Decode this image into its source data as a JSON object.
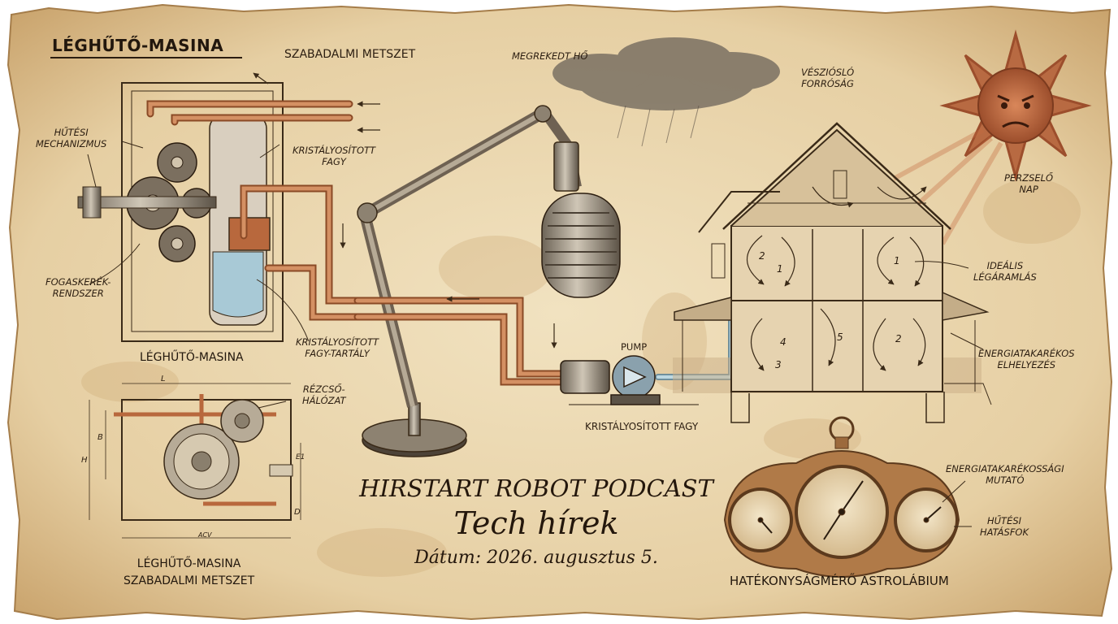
{
  "palette": {
    "parchment": "#ecd9b2",
    "ink": "#3a2a18",
    "copper": "#b8683d",
    "frost": "#a8c9d6",
    "stain": "#c9a06a"
  },
  "left_panel": {
    "title": "LÉGHŰTŐ-MASINA",
    "subtitle_top": "SZABADALMI METSZET",
    "cutaway_caption": "LÉGHŰTŐ-MASINA",
    "labels": {
      "cooling_mechanism": "HŰTÉSI\nMECHANIZMUS",
      "gear_system": "FOGASKERÉK-\nRENDSZER",
      "crystal_frost": "KRISTÁLYOSÍTOTT\nFAGY",
      "frost_tank": "KRISTÁLYOSÍTOTT\nFAGY-TARTÁLY",
      "copper_network": "RÉZCSŐ-\nHÁLÓZAT"
    },
    "bottom_caption": "LÉGHŰTŐ-MASINA\nSZABADALMI METSZET"
  },
  "sky": {
    "stuck_heat": "MEGREKEDT HŐ",
    "ominous_heat": "VÉSZIÓSLÓ\nFORRÓSÁG",
    "scorching_sun": "PERZSELŐ\nNAP"
  },
  "house": {
    "ideal_airflow": "IDEÁLIS\nLÉGÁRAMLÁS",
    "energy_placement": "ENERGIATAKARÉKOS\nELHELYEZÉS",
    "room_numbers": [
      "2",
      "1",
      "1",
      "4",
      "3",
      "5",
      "2"
    ]
  },
  "pipeline": {
    "pump": "PUMP",
    "crystal_frost": "KRISTÁLYOSÍTOTT FAGY"
  },
  "podcast": {
    "line1": "HIRSTART ROBOT PODCAST",
    "line2": "Tech hírek",
    "date": "Dátum: 2026. augusztus 5."
  },
  "astrolabe": {
    "energy_indicator": "ENERGIATAKARÉKOSSÁGI\nMUTATÓ",
    "cooling_efficiency": "HŰTÉSI\nHATÁSFOK",
    "caption": "HATÉKONYSÁGMÉRŐ ASTROLÁBIUM"
  },
  "drawing_marks": {
    "dim_l": "L",
    "dim_b": "b",
    "dim_h": "h",
    "dim_e1": "e1",
    "dim_d": "d",
    "dim_acv": "ACV"
  }
}
